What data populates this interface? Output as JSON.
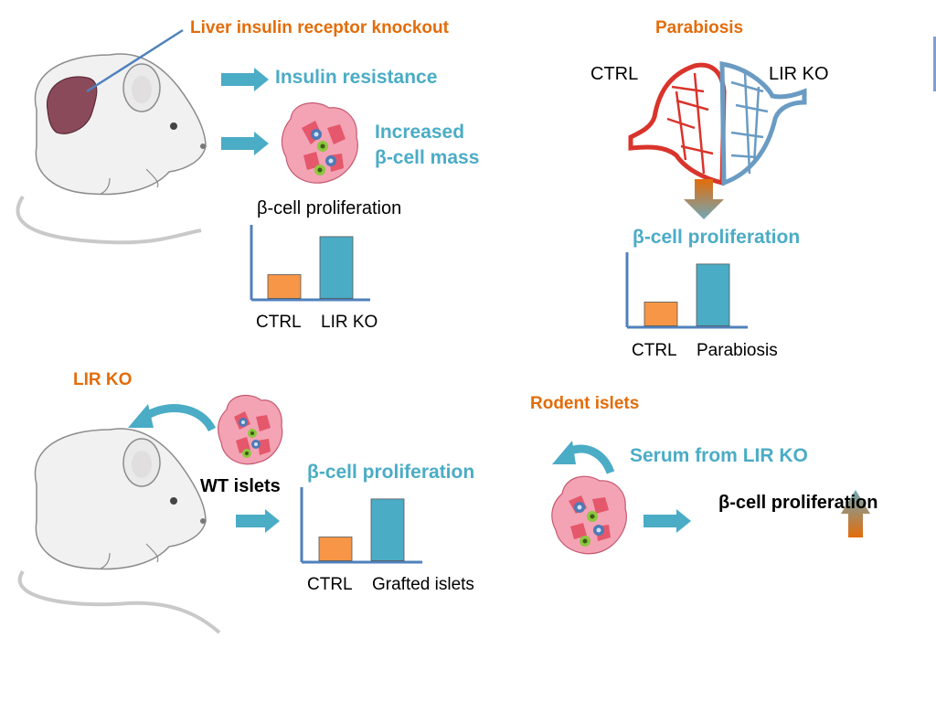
{
  "panel_top_left": {
    "title": "Liver insulin receptor knockout",
    "effect_1": "Insulin resistance",
    "effect_2_line1": "Increased",
    "effect_2_line2": "β-cell mass",
    "chart_title": "β-cell proliferation"
  },
  "panel_top_right": {
    "title": "Parabiosis",
    "left_label": "CTRL",
    "right_label": "LIR KO",
    "chart_title": "β-cell proliferation"
  },
  "panel_bottom_left": {
    "title": "LIR KO",
    "islets_label": "WT islets",
    "chart_title": "β-cell proliferation"
  },
  "panel_bottom_right": {
    "title": "Rodent islets",
    "serum_label": "Serum from LIR KO",
    "result_label": "β-cell proliferation"
  },
  "colors": {
    "orange": "#E36C0A",
    "teal": "#4BACC6",
    "bar_ctrl": "#F79646",
    "bar_treated": "#4BACC6",
    "axis": "#4F81BD"
  },
  "chart_data": [
    {
      "type": "bar",
      "title": "β-cell proliferation",
      "categories": [
        "CTRL",
        "LIR KO"
      ],
      "values": [
        1,
        2.6
      ],
      "ylim": [
        0,
        3
      ]
    },
    {
      "type": "bar",
      "title": "β-cell proliferation",
      "categories": [
        "CTRL",
        "Parabiosis"
      ],
      "values": [
        1,
        2.6
      ],
      "ylim": [
        0,
        3
      ]
    },
    {
      "type": "bar",
      "title": "β-cell proliferation",
      "categories": [
        "CTRL",
        "Grafted islets"
      ],
      "values": [
        1,
        2.6
      ],
      "ylim": [
        0,
        3
      ]
    }
  ]
}
